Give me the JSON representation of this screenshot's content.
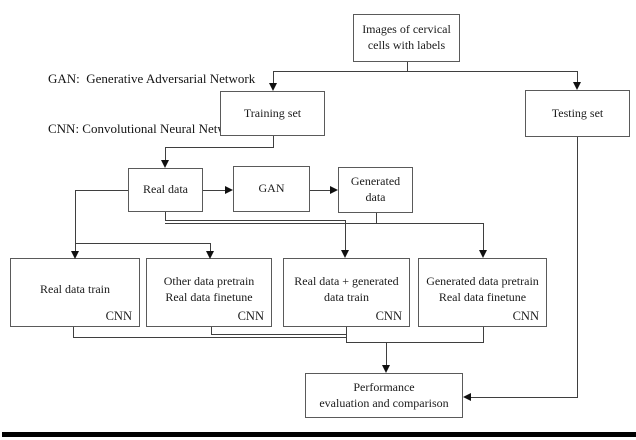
{
  "legend": {
    "gan": "GAN:  Generative Adversarial Network",
    "cnn": "CNN: Convolutional Neural Network"
  },
  "nodes": {
    "images": {
      "label": "Images of cervical\ncells with labels"
    },
    "training": {
      "label": "Training set"
    },
    "testing": {
      "label": "Testing set"
    },
    "real_data": {
      "label": "Real data"
    },
    "gan": {
      "label": "GAN"
    },
    "generated_data": {
      "label": "Generated\ndata"
    },
    "cnn1": {
      "label": "Real data train",
      "tag": "CNN"
    },
    "cnn2": {
      "label": "Other data pretrain\nReal data finetune",
      "tag": "CNN"
    },
    "cnn3": {
      "label": "Real data + generated\ndata train",
      "tag": "CNN"
    },
    "cnn4": {
      "label": "Generated data pretrain\nReal data finetune",
      "tag": "CNN"
    },
    "performance": {
      "label": "Performance\nevaluation and comparison"
    }
  },
  "colors": {
    "line": "#3f3f3f",
    "arrow": "#101010",
    "box_border": "#5a5a5a",
    "bottom_bar": "#000000"
  }
}
